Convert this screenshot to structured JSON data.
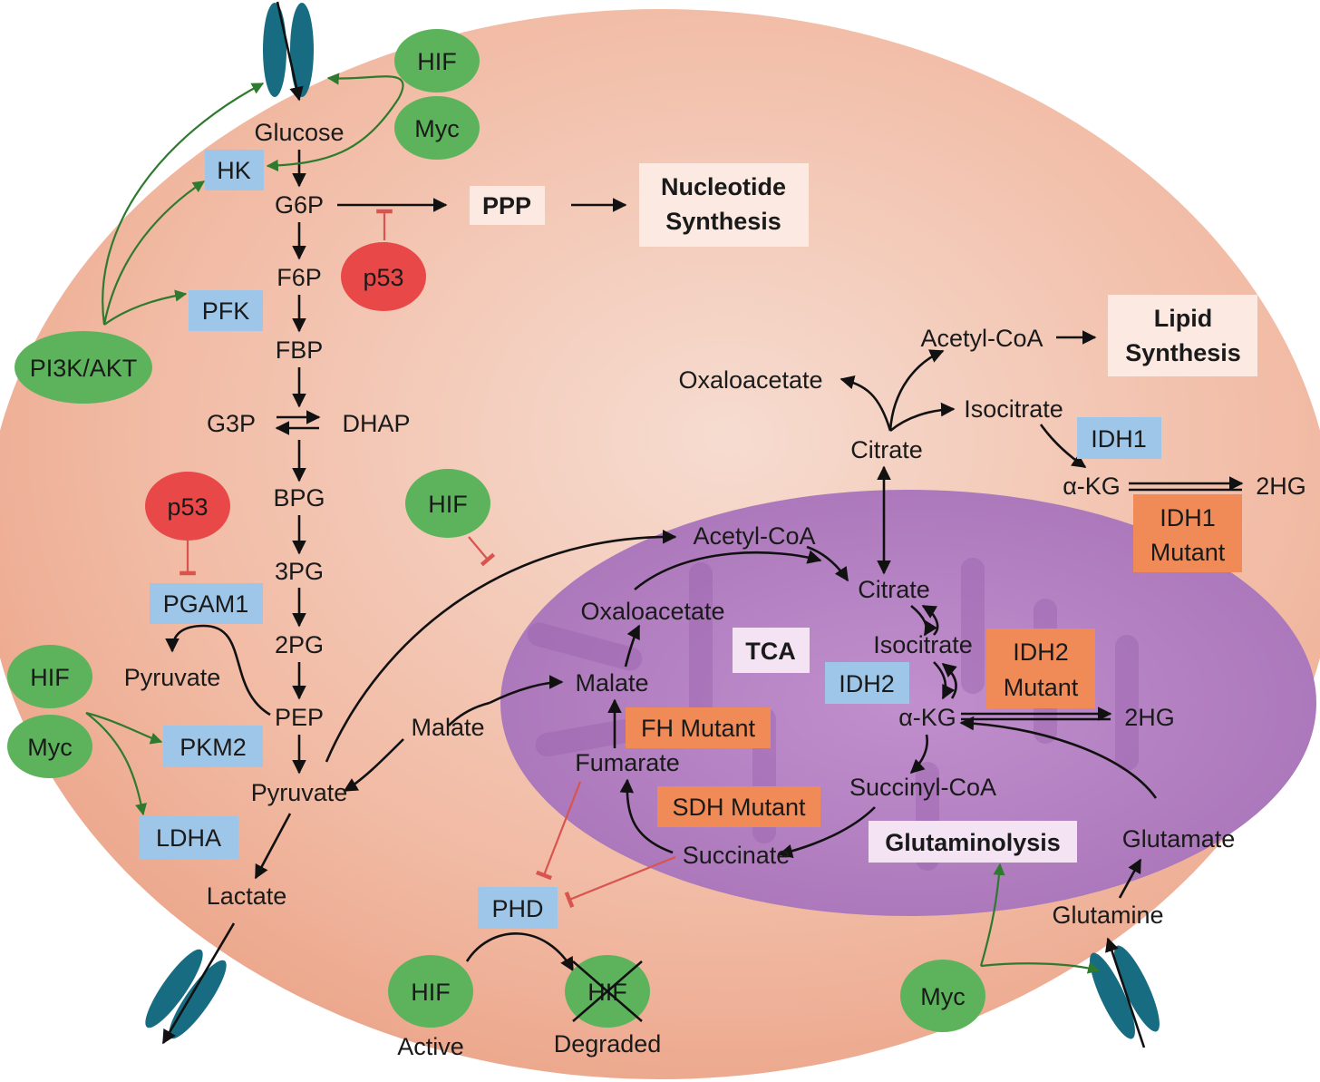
{
  "colors": {
    "cell": "#efa98e",
    "mito": "#b57fc2",
    "enzyme_box": "#9ec6e8",
    "mutant_box": "#f08b57",
    "regulator_green": "#5cb35c",
    "regulator_red": "#e84848",
    "transporter": "#176c82",
    "inhibition": "#d9534f",
    "activation": "#2e7a2e"
  },
  "glycolysis": {
    "glucose": "Glucose",
    "g6p": "G6P",
    "f6p": "F6P",
    "fbp": "FBP",
    "g3p": "G3P",
    "dhap": "DHAP",
    "bpg": "BPG",
    "pg3": "3PG",
    "pg2": "2PG",
    "pep": "PEP",
    "pyruvate": "Pyruvate",
    "lactate": "Lactate",
    "pyruvate_side": "Pyruvate"
  },
  "enzymes": {
    "hk": "HK",
    "pfk": "PFK",
    "pgam1": "PGAM1",
    "pkm2": "PKM2",
    "ldha": "LDHA",
    "idh1": "IDH1",
    "idh2": "IDH2",
    "phd": "PHD"
  },
  "mutants": {
    "idh1": [
      "IDH1",
      "Mutant"
    ],
    "idh2": [
      "IDH2",
      "Mutant"
    ],
    "fh": "FH Mutant",
    "sdh": "SDH Mutant"
  },
  "regulators": {
    "hif": "HIF",
    "myc": "Myc",
    "p53": "p53",
    "pi3k": "PI3K/AKT"
  },
  "products": {
    "ppp": "PPP",
    "nucleotide": [
      "Nucleotide",
      "Synthesis"
    ],
    "lipid": [
      "Lipid",
      "Synthesis"
    ],
    "tca": "TCA",
    "glutaminolysis": "Glutaminolysis"
  },
  "cytosol": {
    "acetyl_coa": "Acetyl-CoA",
    "oxaloacetate": "Oxaloacetate",
    "isocitrate": "Isocitrate",
    "citrate": "Citrate",
    "akg": "α-KG",
    "hg2": "2HG",
    "malate": "Malate"
  },
  "mito": {
    "acetyl_coa": "Acetyl-CoA",
    "citrate": "Citrate",
    "oxaloacetate": "Oxaloacetate",
    "isocitrate": "Isocitrate",
    "malate": "Malate",
    "akg": "α-KG",
    "hg2": "2HG",
    "fumarate": "Fumarate",
    "succinyl_coa": "Succinyl-CoA",
    "succinate": "Succinate",
    "glutamate": "Glutamate",
    "glutamine": "Glutamine"
  },
  "hif_states": {
    "active": "Active",
    "degraded": "Degraded"
  }
}
